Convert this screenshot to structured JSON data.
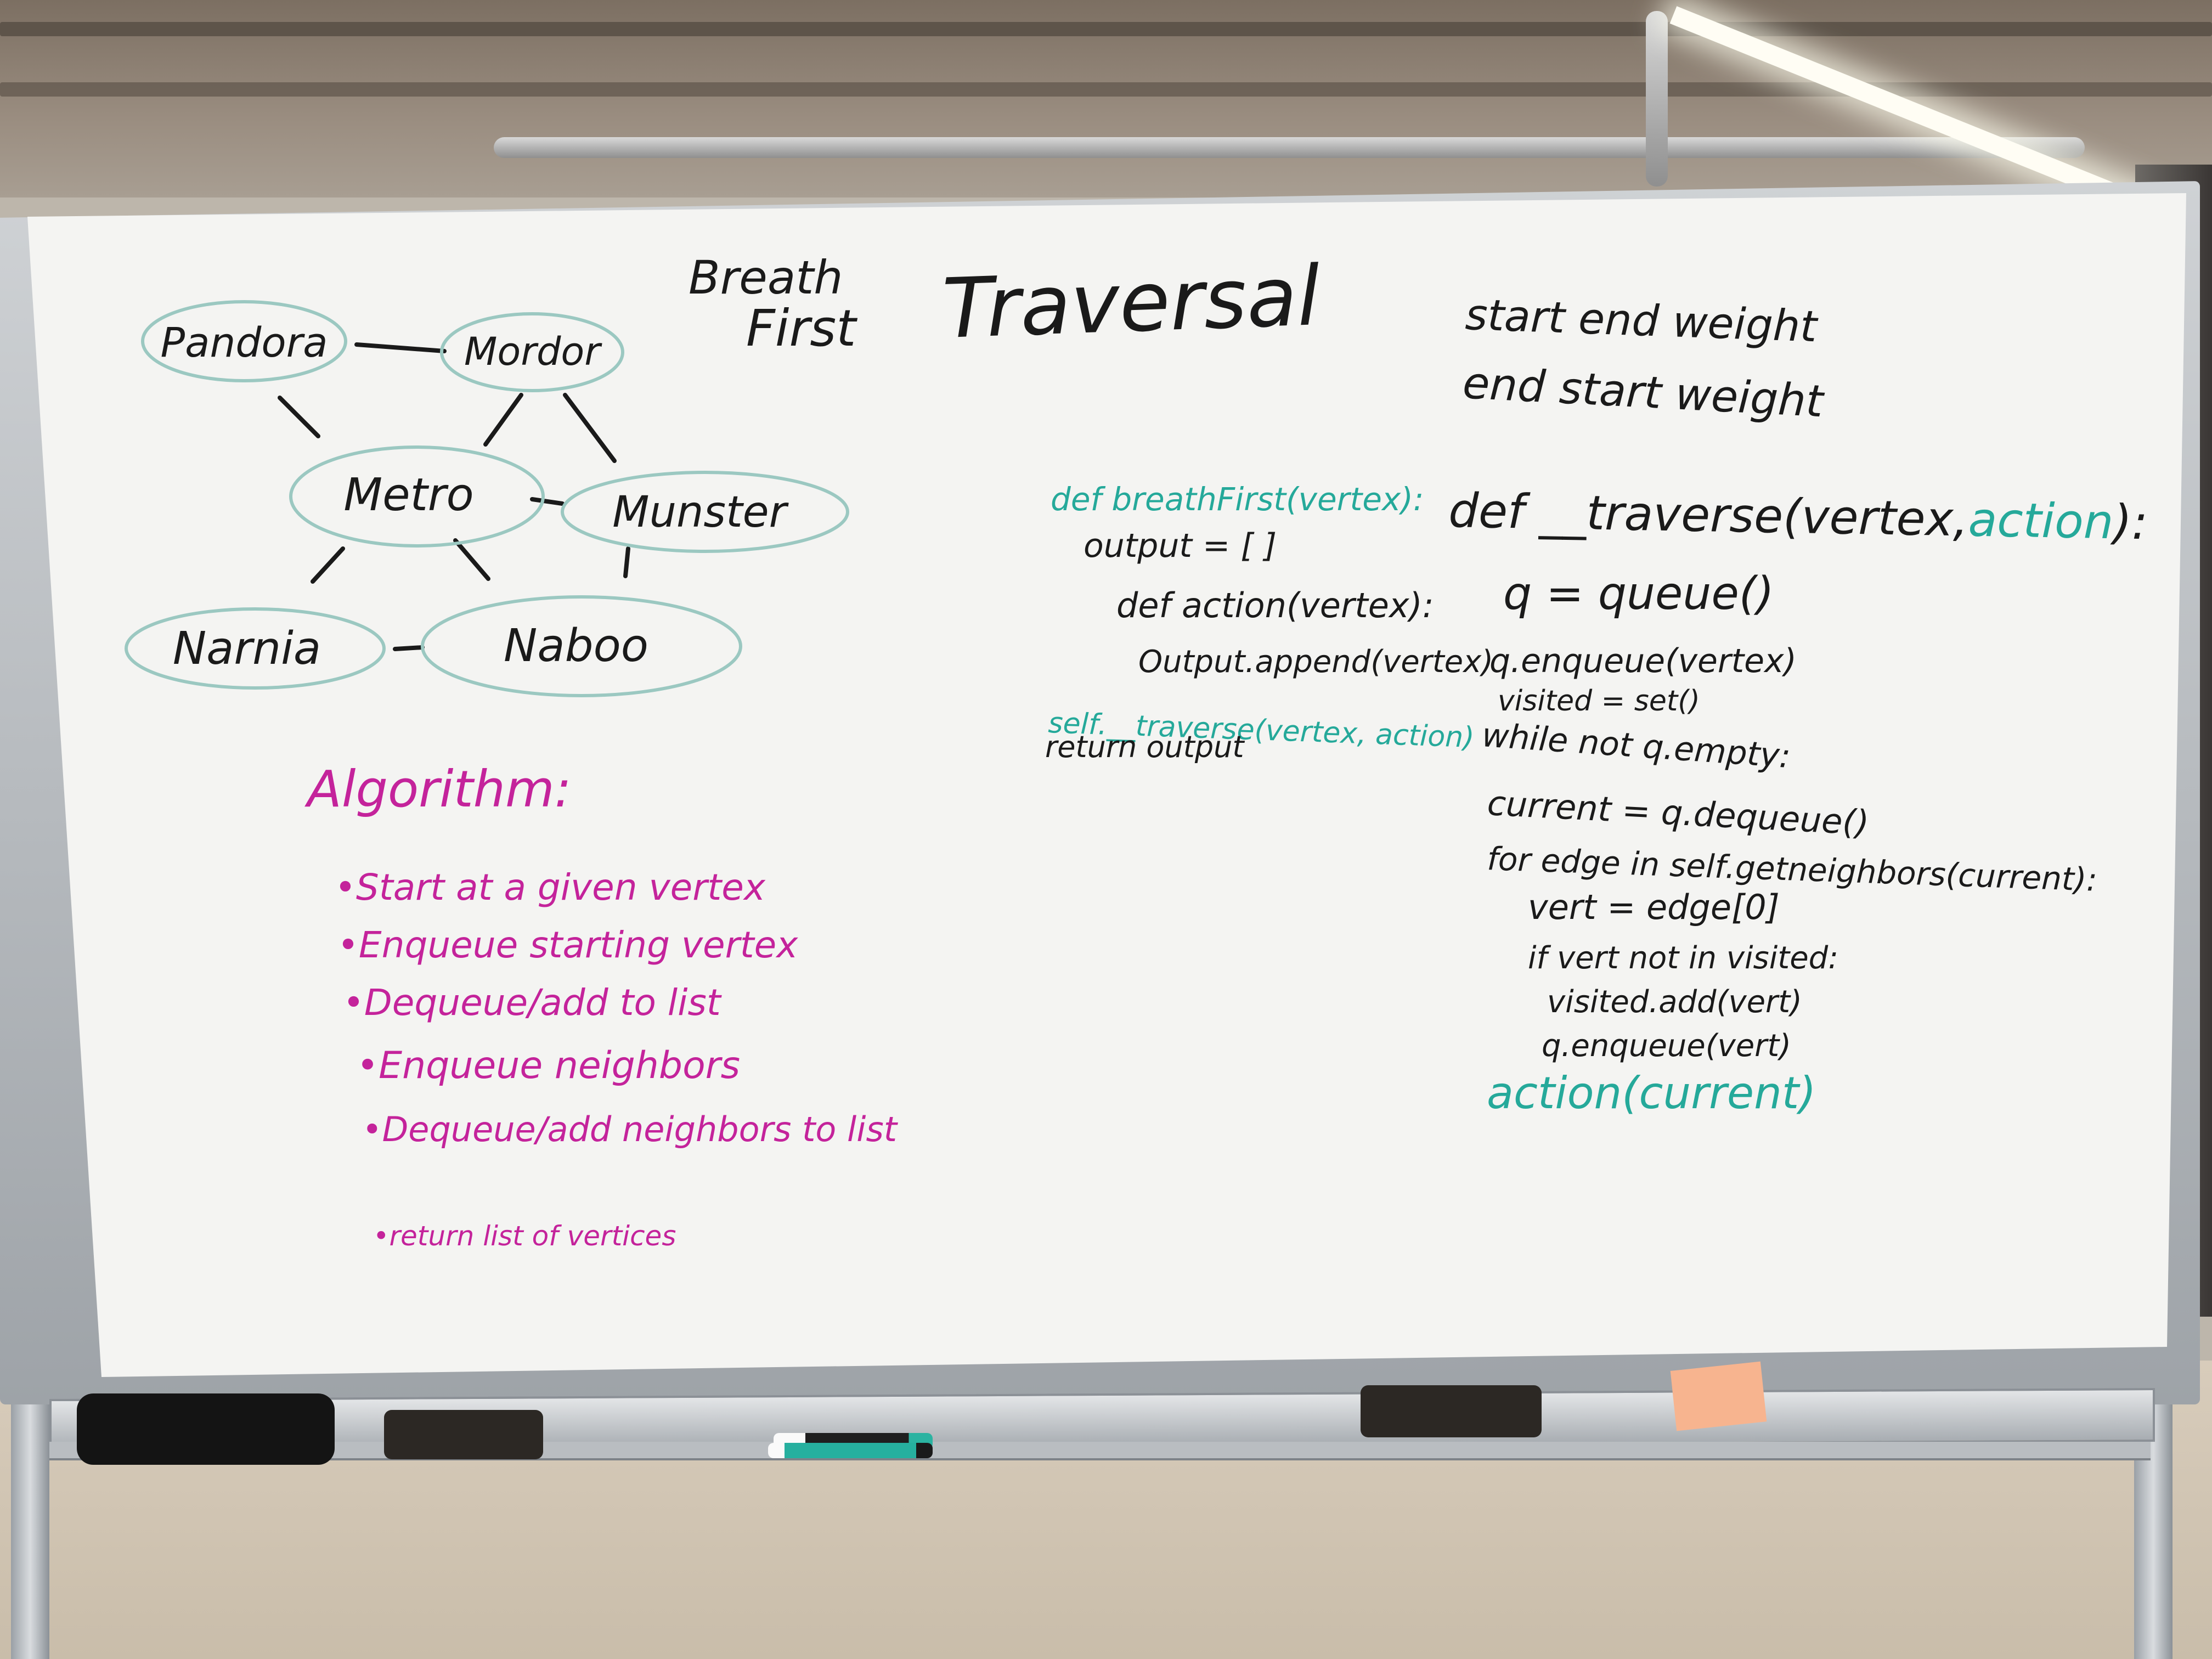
{
  "title": {
    "line1": "Breath",
    "line2": "First",
    "word": "Traversal"
  },
  "graph": {
    "nodes": [
      "Pandora",
      "Mordor",
      "Metro",
      "Munster",
      "Narnia",
      "Naboo"
    ]
  },
  "notes_top_right": [
    "start end weight",
    "end start weight"
  ],
  "algorithm": {
    "heading": "Algorithm:",
    "steps": [
      "•Start at a given vertex",
      "•Enqueue starting vertex",
      "•Dequeue/add to list",
      "•Enqueue neighbors",
      "•Dequeue/add neighbors to list",
      "•return list of vertices"
    ]
  },
  "code_left": {
    "def_line": "def breathFirst(vertex):",
    "lines": [
      "output = [ ]",
      "def action(vertex):",
      "Output.append(vertex)",
      "self.__traverse(vertex, action)",
      "return output"
    ]
  },
  "code_right": {
    "def_prefix": "def __traverse(vertex,",
    "def_action": "action",
    "def_suffix": "):",
    "lines": [
      "q = queue()",
      "q.enqueue(vertex)",
      "visited = set()",
      "while not q.empty:",
      "current = q.dequeue()",
      "for edge in self.getneighbors(current):",
      "vert = edge[0]",
      "if vert not in visited:",
      "visited.add(vert)",
      "q.enqueue(vert)"
    ],
    "last_line": "action(current)"
  },
  "colors": {
    "ink_black": "#1a1a1a",
    "ink_teal": "#25a99a",
    "ink_magenta": "#c4239b",
    "board": "#f4f4f2"
  }
}
